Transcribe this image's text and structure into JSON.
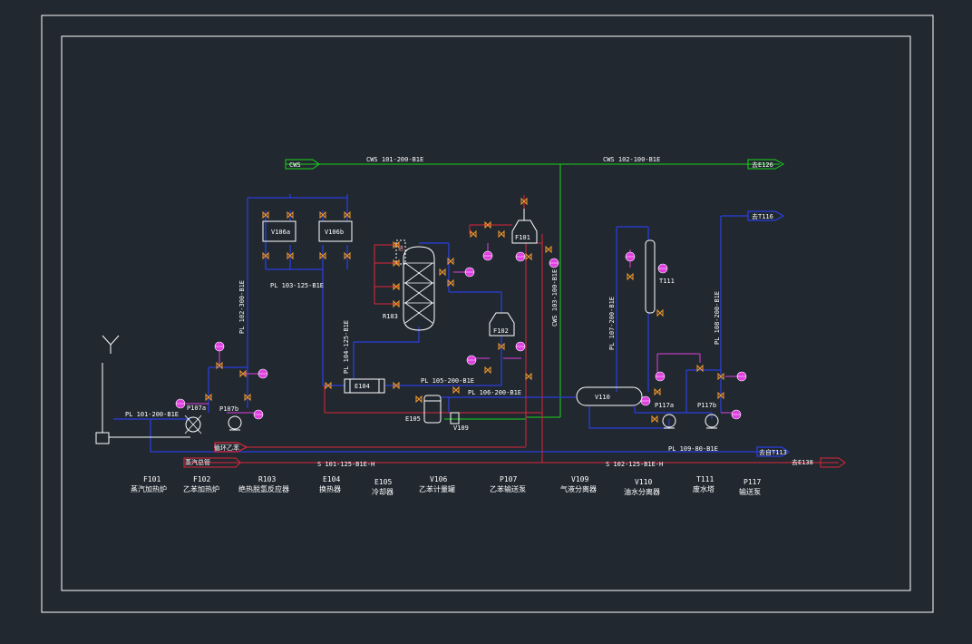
{
  "colors": {
    "background": "#212830",
    "frame": "#ffffff",
    "cooling_water": "#19d419",
    "process": "#2a3fe0",
    "steam": "#e0263a",
    "instrument": "#e040e0",
    "valve": "#f59a2c",
    "equipment": "#ffffff"
  },
  "streams": {
    "cws_in": "CWS",
    "cws_101": "CWS 101-200-B1E",
    "cws_102": "CWS 102-100-B1E",
    "cws_out": "去E126",
    "cws_103": "CWS 103-100-B1E",
    "to_t116": "去T116",
    "pl_101": "PL 101-200-B1E",
    "pl_102": "PL 102-300-B1E",
    "pl_103": "PL 103-125-B1E",
    "pl_104": "PL 104-125-B1E",
    "pl_105": "PL 105-200-B1E",
    "pl_106": "PL 106-200-B1E",
    "pl_107": "PL 107-200-B1E",
    "pl_108": "PL 108-200-B1E",
    "pl_109": "PL 109-80-B1E",
    "to_t113": "去自T113",
    "recycle_ethylbenzene": "循环乙苯",
    "steam_header": "蒸汽总管",
    "s_101": "S 101-125-B1E-H",
    "s_102": "S 102-125-B1E-H",
    "to_e138": "去E138",
    "reactor_feed": "进"
  },
  "equipment_tags": {
    "p107a": "P107a",
    "p107b": "P107b",
    "v106a": "V106a",
    "v106b": "V106b",
    "r103": "R103",
    "e104": "E104",
    "e105": "E105",
    "v109": "V109",
    "f101": "F101",
    "f102": "F102",
    "v110": "V110",
    "p117a": "P117a",
    "p117b": "P117b",
    "t111": "T111"
  },
  "legend": [
    {
      "tag": "F101",
      "name": "蒸汽加热炉"
    },
    {
      "tag": "F102",
      "name": "乙苯加热炉"
    },
    {
      "tag": "R103",
      "name": "绝热脱氢反应器"
    },
    {
      "tag": "E104",
      "name": "换热器"
    },
    {
      "tag": "E105",
      "name": "冷却器"
    },
    {
      "tag": "V106",
      "name": "乙苯计量罐"
    },
    {
      "tag": "P107",
      "name": "乙苯输送泵"
    },
    {
      "tag": "V109",
      "name": "气液分离器"
    },
    {
      "tag": "V110",
      "name": "油水分离器"
    },
    {
      "tag": "T111",
      "name": "废水塔"
    },
    {
      "tag": "P117",
      "name": "输送泵"
    }
  ]
}
